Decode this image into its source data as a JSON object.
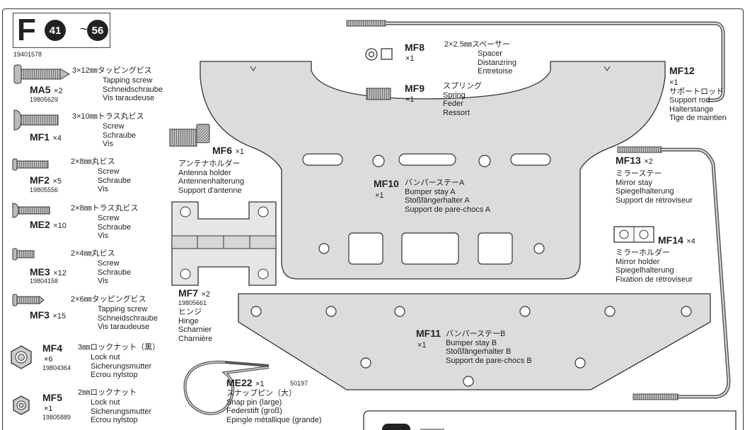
{
  "step": {
    "letter": "F",
    "from": "41",
    "tilde": "~",
    "to": "56",
    "code": "19401578"
  },
  "parts": {
    "MA5": {
      "code": "MA5",
      "qty": "×2",
      "pn": "19805629",
      "jp": "3×12㎜タッピングビス",
      "en": [
        "Tapping screw",
        "Schneidschraube",
        "Vis taraudeuse"
      ]
    },
    "MF1": {
      "code": "MF1",
      "qty": "×4",
      "jp": "3×10㎜トラス丸ビス",
      "en": [
        "Screw",
        "Schraube",
        "Vis"
      ]
    },
    "MF2": {
      "code": "MF2",
      "qty": "×5",
      "pn": "19805556",
      "jp": "2×8㎜丸ビス",
      "en": [
        "Screw",
        "Schraube",
        "Vis"
      ]
    },
    "ME2": {
      "code": "ME2",
      "qty": "×10",
      "jp": "2×8㎜トラス丸ビス",
      "en": [
        "Screw",
        "Schraube",
        "Vis"
      ]
    },
    "ME3": {
      "code": "ME3",
      "qty": "×12",
      "pn": "19804158",
      "jp": "2×4㎜丸ビス",
      "en": [
        "Screw",
        "Schraube",
        "Vis"
      ]
    },
    "MF3": {
      "code": "MF3",
      "qty": "×15",
      "jp": "2×6㎜タッピングビス",
      "en": [
        "Tapping screw",
        "Schneidschraube",
        "Vis taraudeuse"
      ]
    },
    "MF4": {
      "code": "MF4",
      "qty": "×6",
      "pn": "19804364",
      "jp": "3㎜ロックナット（黒）",
      "en": [
        "Lock nut",
        "Sicherungsmutter",
        "Ecrou nylstop"
      ]
    },
    "MF5": {
      "code": "MF5",
      "qty": "×1",
      "pn": "19805889",
      "jp": "2㎜ロックナット",
      "en": [
        "Lock nut",
        "Sicherungsmutter",
        "Ecrou nylstop"
      ]
    },
    "MF6": {
      "code": "MF6",
      "qty": "×1",
      "jp": "アンテナホルダー",
      "en": [
        "Antenna holder",
        "Antennenhalterung",
        "Support d'antenne"
      ]
    },
    "MF7": {
      "code": "MF7",
      "qty": "×2",
      "pn": "19805661",
      "jp": "ヒンジ",
      "en": [
        "Hinge",
        "Scharnier",
        "Charnière"
      ]
    },
    "ME22": {
      "code": "ME22",
      "qty": "×1",
      "pn": "50197",
      "jp": "スナップピン（大）",
      "en": [
        "Snap pin (large)",
        "Federstift (groß)",
        "Epingle métallique (grande)"
      ]
    },
    "MF8": {
      "code": "MF8",
      "qty": "×1",
      "jp": "2×2.5㎜スペーサー",
      "en": [
        "Spacer",
        "Distanzring",
        "Entretoise"
      ]
    },
    "MF9": {
      "code": "MF9",
      "qty": "×1",
      "jp": "スプリング",
      "en": [
        "Spring",
        "Feder",
        "Ressort"
      ]
    },
    "MF10": {
      "code": "MF10",
      "qty": "×1",
      "jp": "バンパーステーA",
      "en": [
        "Bumper stay A",
        "Stoßfängerhalter A",
        "Support de pare-chocs A"
      ]
    },
    "MF11": {
      "code": "MF11",
      "qty": "×1",
      "jp": "バンパーステーB",
      "en": [
        "Bumper stay B",
        "Stoßfängerhalter B",
        "Support de pare-chocs B"
      ]
    },
    "MF12": {
      "code": "MF12",
      "qty": "×1",
      "jp": "サポートロッド",
      "en": [
        "Support rod",
        "Halterstange",
        "Tige de maintien"
      ]
    },
    "MF13": {
      "code": "MF13",
      "qty": "×2",
      "jp": "ミラーステー",
      "en": [
        "Mirror stay",
        "Spiegelhalterung",
        "Support de rétroviseur"
      ]
    },
    "MF14": {
      "code": "MF14",
      "qty": "×4",
      "jp": "ミラーホルダー",
      "en": [
        "Mirror holder",
        "Spiegelhalterung",
        "Fixation de rétroviseur"
      ]
    }
  },
  "colors": {
    "plate": "#dcdcdc",
    "ink": "#222222",
    "metal": "#9a9a9a"
  }
}
